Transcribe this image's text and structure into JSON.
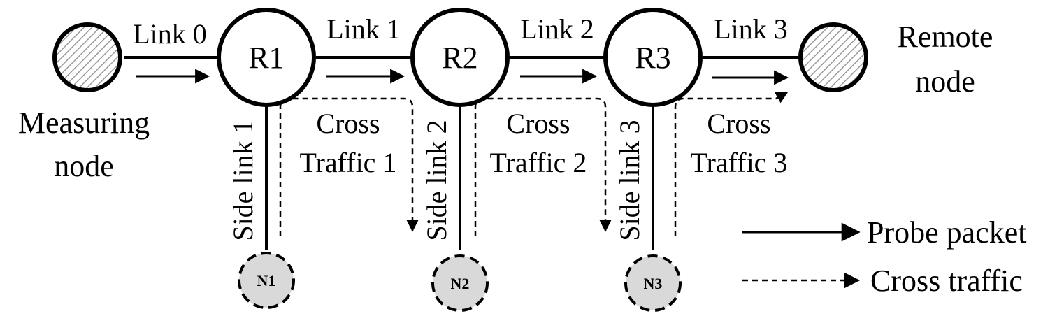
{
  "nodes": {
    "measuring": {
      "line1": "Measuring",
      "line2": "node"
    },
    "remote": {
      "line1": "Remote",
      "line2": "node"
    },
    "routers": [
      "R1",
      "R2",
      "R3"
    ],
    "side_nodes": [
      "N1",
      "N2",
      "N3"
    ]
  },
  "links": [
    "Link 0",
    "Link 1",
    "Link 2",
    "Link 3"
  ],
  "side_links": [
    "Side link 1",
    "Side link 2",
    "Side link 3"
  ],
  "cross_traffic": [
    {
      "line1": "Cross",
      "line2": "Traffic 1"
    },
    {
      "line1": "Cross",
      "line2": "Traffic 2"
    },
    {
      "line1": "Cross",
      "line2": "Traffic 3"
    }
  ],
  "legend": {
    "probe": "Probe packet",
    "cross": "Cross traffic"
  },
  "colors": {
    "line": "#000000",
    "side_node_fill": "#d9d9d9",
    "hatch": "#999999"
  }
}
